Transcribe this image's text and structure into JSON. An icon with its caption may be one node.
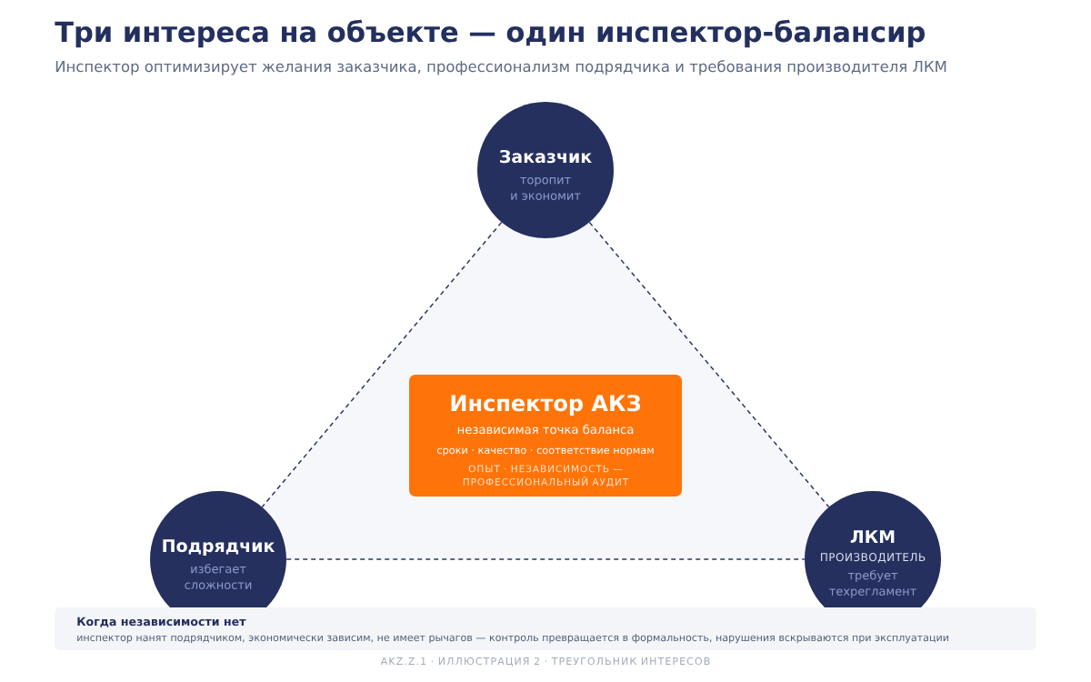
{
  "diagram": {
    "title": "Три интереса на объекте — один инспектор-балансир",
    "caption": "AKZ.Z.1 · ИЛЛЮСТРАЦИЯ 2 · ТРЕУГОЛЬНИК ИНТЕРЕСОВ",
    "nodes": [
      {
        "text": [
          "Заказчик",
          "торопит и экономит"
        ]
      },
      {
        "text": [
          "Инспектор АКЗ",
          "независимая точка баланса",
          "сроки · качество · соответствие нормам",
          "ОПЫТ · НЕЗАВИСИМОСТЬ — ПРОФЕССИОНАЛЬНЫЙ АУДИТ"
        ]
      },
      {
        "text": [
          "Подрядчик",
          "избегает сложности"
        ]
      },
      {
        "text": [
          "ЛКМ",
          "ПРОИЗВОДИТЕЛЬ",
          "требует техрегламент"
        ]
      },
      {
        "text": [
          "Когда независимости нет",
          "инспектор нанят подрядчиком, экономически зависим, не имеет рычагов — контроль превращается в формальность, нарушения вскрываются при эксплуатации"
        ]
      }
    ],
    "edges": [
      {
        "from": 0,
        "to": 2,
        "arrow": "none",
        "style": "dashed"
      },
      {
        "from": 0,
        "to": 3,
        "arrow": "none",
        "style": "dashed"
      },
      {
        "from": 2,
        "to": 3,
        "arrow": "none",
        "style": "dashed"
      }
    ],
    "labels": [
      "Инспектор оптимизирует желания заказчика, профессионализм подрядчика и требования производителя ЛКМ"
    ]
  }
}
